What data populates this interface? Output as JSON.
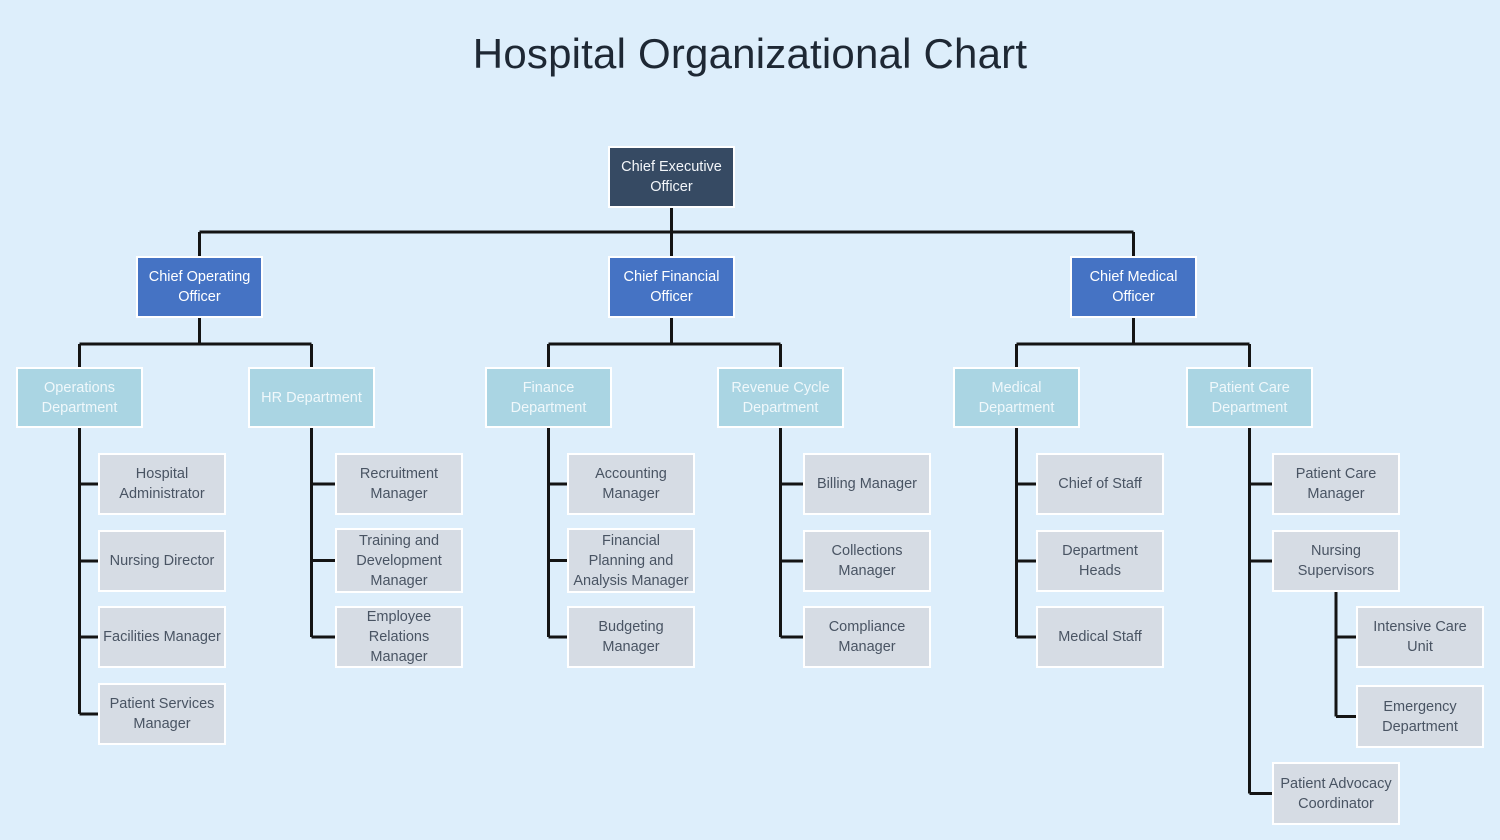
{
  "title": "Hospital Organizational Chart",
  "palette": {
    "background": "#ddeefb",
    "title_text": "#1e2834",
    "ceo_box": "#364a63",
    "executive_box": "#4573c4",
    "department_box": "#aad5e3",
    "staff_box": "#d6dce4",
    "staff_text": "#495463",
    "box_border": "#ffffff",
    "connector": "#141414"
  },
  "nodes": [
    {
      "id": "ceo",
      "label": "Chief Executive Officer",
      "type": "ceo",
      "children": [
        "coo",
        "cfo",
        "cmo"
      ]
    },
    {
      "id": "coo",
      "label": "Chief Operating Officer",
      "type": "executive",
      "children": [
        "operations",
        "hr"
      ]
    },
    {
      "id": "cfo",
      "label": "Chief Financial Officer",
      "type": "executive",
      "children": [
        "finance",
        "revenue"
      ]
    },
    {
      "id": "cmo",
      "label": "Chief Medical Officer",
      "type": "executive",
      "children": [
        "medical",
        "patientcare"
      ]
    },
    {
      "id": "operations",
      "label": "Operations Department",
      "type": "department",
      "children": [
        "hospadmin",
        "nursingdir",
        "facilities",
        "patientservices"
      ]
    },
    {
      "id": "hr",
      "label": "HR Department",
      "type": "department",
      "children": [
        "recruitment",
        "training",
        "employeerel"
      ]
    },
    {
      "id": "finance",
      "label": "Finance Department",
      "type": "department",
      "children": [
        "accounting",
        "finplanning",
        "budgeting"
      ]
    },
    {
      "id": "revenue",
      "label": "Revenue Cycle Department",
      "type": "department",
      "children": [
        "billing",
        "collections",
        "compliance"
      ]
    },
    {
      "id": "medical",
      "label": "Medical Department",
      "type": "department",
      "children": [
        "chiefofstaff",
        "deptheads",
        "medicalstaff"
      ]
    },
    {
      "id": "patientcare",
      "label": "Patient Care Department",
      "type": "department",
      "children": [
        "patientcaremgr",
        "nursingsup",
        "advocacy"
      ]
    },
    {
      "id": "hospadmin",
      "label": "Hospital Administrator",
      "type": "staff",
      "children": []
    },
    {
      "id": "nursingdir",
      "label": "Nursing Director",
      "type": "staff",
      "children": []
    },
    {
      "id": "facilities",
      "label": "Facilities Manager",
      "type": "staff",
      "children": []
    },
    {
      "id": "patientservices",
      "label": "Patient Services Manager",
      "type": "staff",
      "children": []
    },
    {
      "id": "recruitment",
      "label": "Recruitment Manager",
      "type": "staff",
      "children": []
    },
    {
      "id": "training",
      "label": "Training and Development Manager",
      "type": "staff",
      "children": []
    },
    {
      "id": "employeerel",
      "label": "Employee Relations Manager",
      "type": "staff",
      "children": []
    },
    {
      "id": "accounting",
      "label": "Accounting Manager",
      "type": "staff",
      "children": []
    },
    {
      "id": "finplanning",
      "label": "Financial Planning and Analysis Manager",
      "type": "staff",
      "children": []
    },
    {
      "id": "budgeting",
      "label": "Budgeting Manager",
      "type": "staff",
      "children": []
    },
    {
      "id": "billing",
      "label": "Billing Manager",
      "type": "staff",
      "children": []
    },
    {
      "id": "collections",
      "label": "Collections Manager",
      "type": "staff",
      "children": []
    },
    {
      "id": "compliance",
      "label": "Compliance Manager",
      "type": "staff",
      "children": []
    },
    {
      "id": "chiefofstaff",
      "label": "Chief of Staff",
      "type": "staff",
      "children": []
    },
    {
      "id": "deptheads",
      "label": "Department Heads",
      "type": "staff",
      "children": []
    },
    {
      "id": "medicalstaff",
      "label": "Medical Staff",
      "type": "staff",
      "children": []
    },
    {
      "id": "patientcaremgr",
      "label": "Patient Care Manager",
      "type": "staff",
      "children": []
    },
    {
      "id": "nursingsup",
      "label": "Nursing Supervisors",
      "type": "staff",
      "children": [
        "icu",
        "emergency"
      ]
    },
    {
      "id": "icu",
      "label": "Intensive Care Unit",
      "type": "staff",
      "children": []
    },
    {
      "id": "emergency",
      "label": "Emergency Department",
      "type": "staff",
      "children": []
    },
    {
      "id": "advocacy",
      "label": "Patient Advocacy Coordinator",
      "type": "staff",
      "children": []
    }
  ]
}
